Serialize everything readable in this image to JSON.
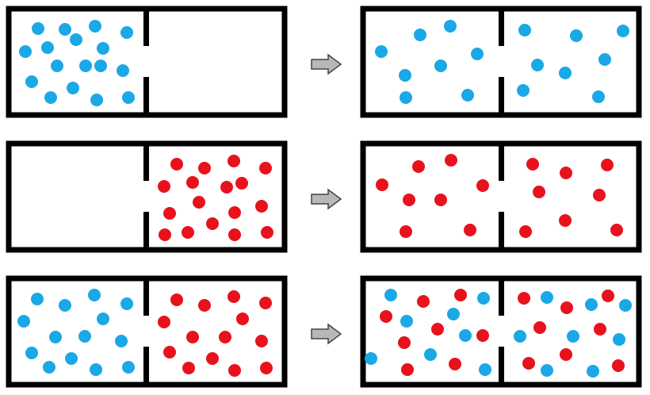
{
  "diagram": {
    "rows": [
      {
        "name": "blue-gas-expansion",
        "before": {
          "left": "blue",
          "right": "empty"
        },
        "after": "blue-spread"
      },
      {
        "name": "red-gas-expansion",
        "before": {
          "left": "empty",
          "right": "red"
        },
        "after": "red-spread"
      },
      {
        "name": "gas-mixing",
        "before": {
          "left": "blue",
          "right": "red"
        },
        "after": "mixed"
      }
    ],
    "colors": {
      "blue": "#1aa8e6",
      "red": "#e8121c",
      "border": "#000000",
      "arrow_fill": "#b8b8b8",
      "arrow_stroke": "#444444"
    },
    "icons": {
      "arrow": "right-arrow-icon"
    }
  }
}
